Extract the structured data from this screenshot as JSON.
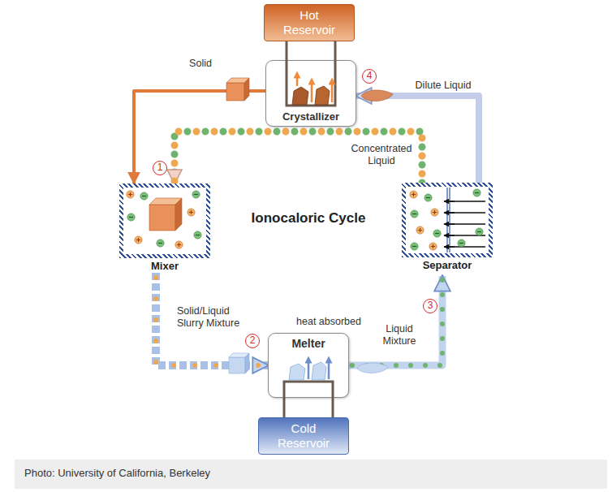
{
  "diagram": {
    "title": "Ionocaloric Cycle",
    "caption": "Photo: University of California, Berkeley",
    "nodes": [
      {
        "text": [
          "Hot Reservoir"
        ]
      },
      {
        "text": [
          "Crystallizer"
        ]
      },
      {
        "text": [
          "Mixer"
        ]
      },
      {
        "text": [
          "Separator"
        ]
      },
      {
        "text": [
          "Melter"
        ]
      },
      {
        "text": [
          "Cold Reservoir"
        ]
      }
    ],
    "edges": [
      {
        "from": 1,
        "to": 2,
        "arrow": "to",
        "label": "Solid"
      },
      {
        "from": 3,
        "to": 1,
        "arrow": "to",
        "label": "Dilute Liquid"
      },
      {
        "from": 3,
        "to": 2,
        "arrow": "to",
        "label": "Concentrated Liquid"
      },
      {
        "from": 2,
        "to": 4,
        "arrow": "to",
        "label": "Solid/Liquid Slurry Mixture"
      },
      {
        "from": 4,
        "to": 3,
        "arrow": "to",
        "label": "Liquid Mixture"
      },
      {
        "from": 0,
        "to": 1,
        "arrow": "none"
      },
      {
        "from": 5,
        "to": 4,
        "arrow": "none"
      }
    ],
    "labels": [
      "1",
      "2",
      "3",
      "4",
      "heat absorbed"
    ]
  }
}
